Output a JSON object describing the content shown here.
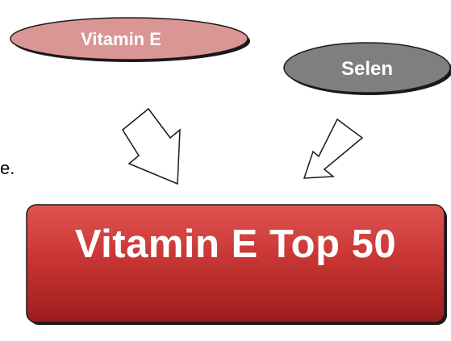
{
  "nodes": {
    "vitamin_e": {
      "label": "Vitamin E",
      "fill": "#d99694"
    },
    "selen": {
      "label": "Selen",
      "fill": "#7f7f7f"
    },
    "result": {
      "label": "Vitamin E Top 50",
      "fill_top": "#e05050",
      "fill_bottom": "#a61e1e"
    }
  },
  "stray_text": "e."
}
